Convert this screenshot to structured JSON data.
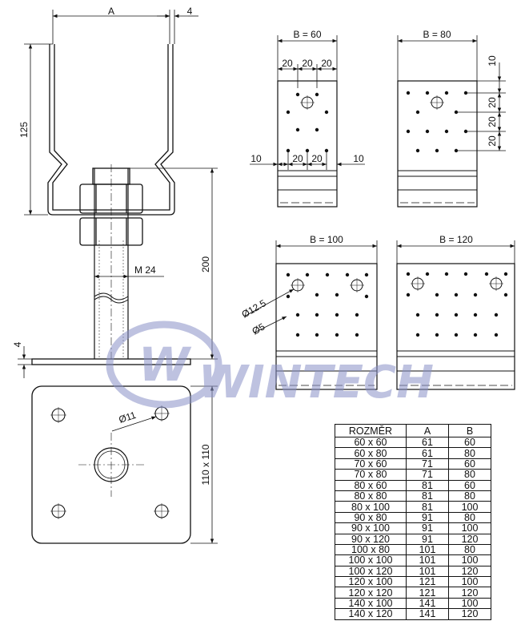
{
  "labels": {
    "a": "A",
    "gap": "4",
    "h125": "125",
    "h200": "200",
    "thread": "M 24",
    "plate_t": "4",
    "plate": "110 x 110",
    "hole11": "Ø11",
    "b60": "B = 60",
    "b80": "B = 80",
    "b100": "B = 100",
    "b120": "B = 120",
    "d125": "Ø12.5",
    "d5": "Ø5",
    "n20": "20",
    "n10": "10"
  },
  "watermark": {
    "text": "WINTECH",
    "color": "#8a92c8"
  },
  "table": {
    "headers": [
      "ROZMĚR",
      "A",
      "B"
    ],
    "rows": [
      [
        "60 x 60",
        "61",
        "60"
      ],
      [
        "60 x 80",
        "61",
        "80"
      ],
      [
        "70 x 60",
        "71",
        "60"
      ],
      [
        "70 x 80",
        "71",
        "80"
      ],
      [
        "80 x 60",
        "81",
        "60"
      ],
      [
        "80 x 80",
        "81",
        "80"
      ],
      [
        "80 x 100",
        "81",
        "100"
      ],
      [
        "90 x 80",
        "91",
        "80"
      ],
      [
        "90 x 100",
        "91",
        "100"
      ],
      [
        "90 x 120",
        "91",
        "120"
      ],
      [
        "100 x 80",
        "101",
        "80"
      ],
      [
        "100 x 100",
        "101",
        "100"
      ],
      [
        "100 x 120",
        "101",
        "120"
      ],
      [
        "120 x 100",
        "121",
        "100"
      ],
      [
        "120 x 120",
        "121",
        "120"
      ],
      [
        "140 x 100",
        "141",
        "100"
      ],
      [
        "140 x 120",
        "141",
        "120"
      ]
    ]
  }
}
